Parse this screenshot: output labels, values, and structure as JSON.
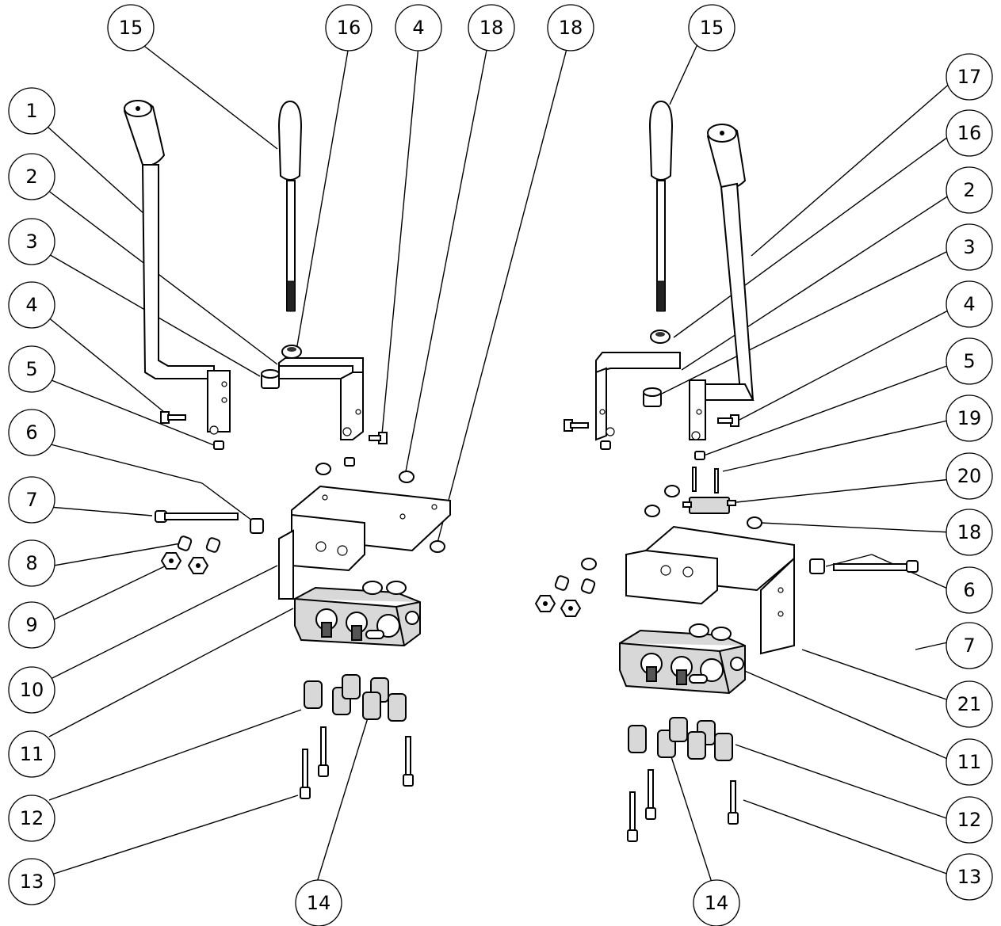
{
  "balloons": [
    {
      "id": "b-l-15",
      "label": "15"
    },
    {
      "id": "b-l-16",
      "label": "16"
    },
    {
      "id": "b-l-4a",
      "label": "4"
    },
    {
      "id": "b-l-18",
      "label": "18"
    },
    {
      "id": "b-m-18",
      "label": "18"
    },
    {
      "id": "b-r-15",
      "label": "15"
    },
    {
      "id": "b-l-1",
      "label": "1"
    },
    {
      "id": "b-l-2",
      "label": "2"
    },
    {
      "id": "b-l-3",
      "label": "3"
    },
    {
      "id": "b-l-4",
      "label": "4"
    },
    {
      "id": "b-l-5",
      "label": "5"
    },
    {
      "id": "b-l-6",
      "label": "6"
    },
    {
      "id": "b-l-7",
      "label": "7"
    },
    {
      "id": "b-l-8",
      "label": "8"
    },
    {
      "id": "b-l-9",
      "label": "9"
    },
    {
      "id": "b-l-10",
      "label": "10"
    },
    {
      "id": "b-l-11",
      "label": "11"
    },
    {
      "id": "b-l-12",
      "label": "12"
    },
    {
      "id": "b-l-13",
      "label": "13"
    },
    {
      "id": "b-l-14",
      "label": "14"
    },
    {
      "id": "b-r-17",
      "label": "17"
    },
    {
      "id": "b-r-16",
      "label": "16"
    },
    {
      "id": "b-r-2",
      "label": "2"
    },
    {
      "id": "b-r-3",
      "label": "3"
    },
    {
      "id": "b-r-4",
      "label": "4"
    },
    {
      "id": "b-r-5",
      "label": "5"
    },
    {
      "id": "b-r-19",
      "label": "19"
    },
    {
      "id": "b-r-20",
      "label": "20"
    },
    {
      "id": "b-r-18",
      "label": "18"
    },
    {
      "id": "b-r-6",
      "label": "6"
    },
    {
      "id": "b-r-7",
      "label": "7"
    },
    {
      "id": "b-r-21",
      "label": "21"
    },
    {
      "id": "b-r-11",
      "label": "11"
    },
    {
      "id": "b-r-12",
      "label": "12"
    },
    {
      "id": "b-r-13",
      "label": "13"
    },
    {
      "id": "b-r-14",
      "label": "14"
    }
  ]
}
